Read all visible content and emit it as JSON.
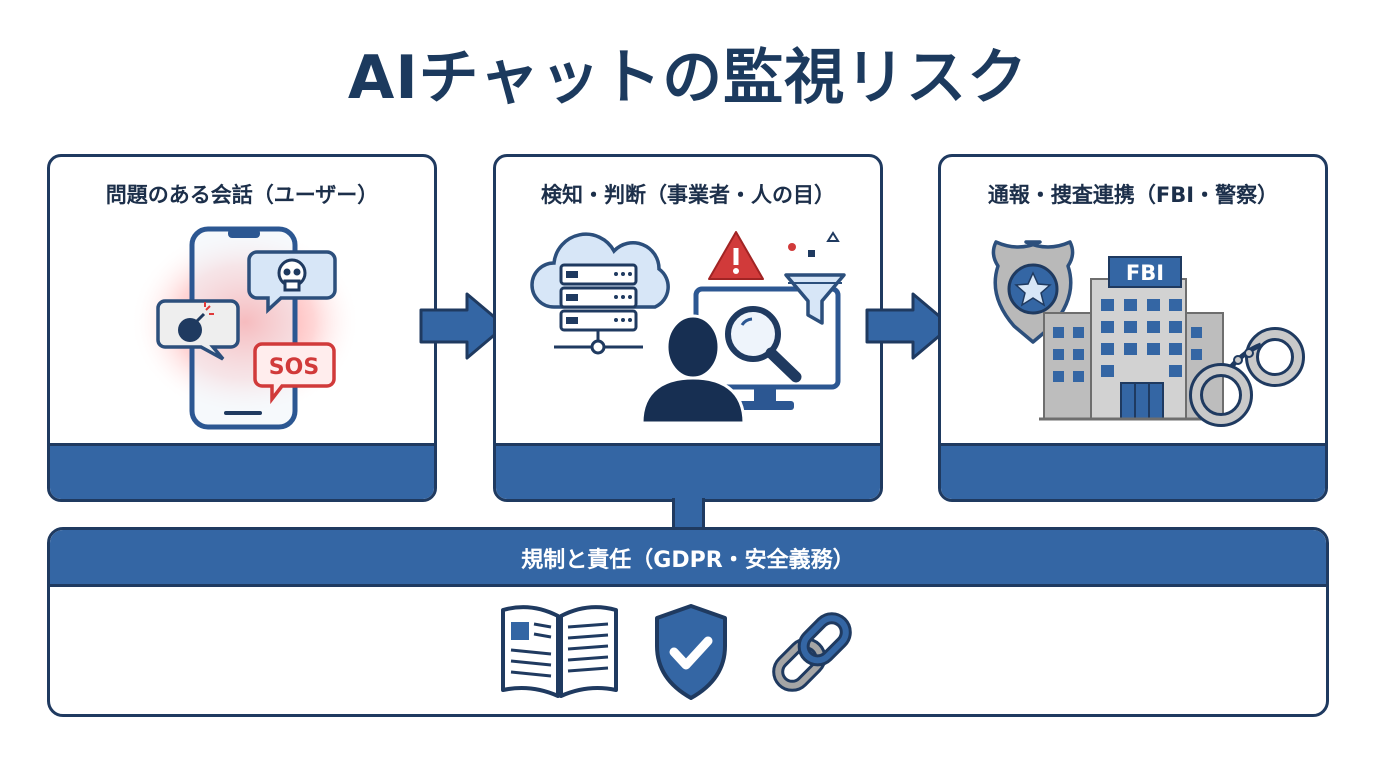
{
  "title": "AIチャットの監視リスク",
  "panels": [
    {
      "title": "問題のある会話（ユーザー）",
      "bubble_text": "SOS"
    },
    {
      "title": "検知・判断（事業者・人の目）"
    },
    {
      "title": "通報・捜査連携（FBI・警察）",
      "building_sign": "FBI"
    }
  ],
  "bottom": {
    "title": "規制と責任（GDPR・安全義務）"
  },
  "icons": [
    "smartphone-icon",
    "skull-icon",
    "bomb-icon",
    "sos-bubble-icon",
    "cloud-server-icon",
    "warning-icon",
    "monitor-icon",
    "magnifier-icon",
    "funnel-icon",
    "person-silhouette-icon",
    "police-badge-icon",
    "fbi-building-icon",
    "handcuffs-icon",
    "book-icon",
    "shield-check-icon",
    "chain-link-icon"
  ],
  "colors": {
    "navy": "#1f3a60",
    "band_blue": "#3466a4",
    "alert_red": "#d13a3a",
    "light_blue": "#d7e6f7",
    "gray": "#9a9a9a"
  }
}
